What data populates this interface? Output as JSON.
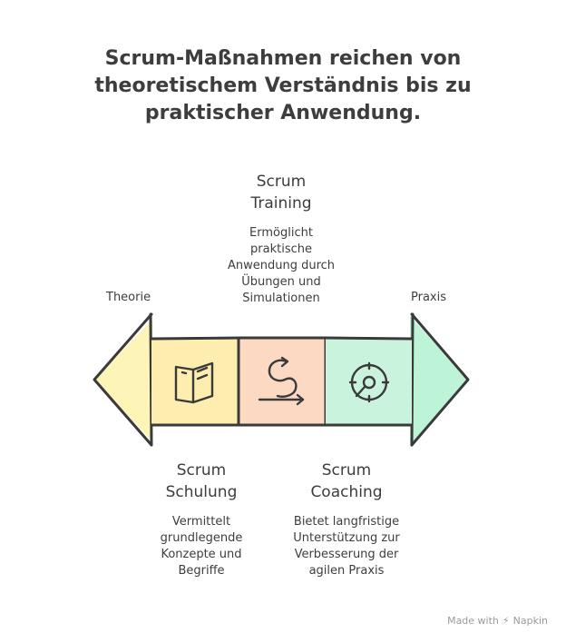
{
  "title": {
    "line1": "Scrum-Maßnahmen reichen von",
    "line2": "theoretischem Verständnis bis zu",
    "line3": "praktischer Anwendung."
  },
  "axis": {
    "left_label": "Theorie",
    "right_label": "Praxis"
  },
  "items": [
    {
      "heading_line1": "Scrum",
      "heading_line2": "Schulung",
      "desc": [
        "Vermittelt",
        "grundlegende",
        "Konzepte und",
        "Begriffe"
      ],
      "icon": "book-icon",
      "color": "#fdeeb0"
    },
    {
      "heading_line1": "Scrum",
      "heading_line2": "Training",
      "desc": [
        "Ermöglicht",
        "praktische",
        "Anwendung durch",
        "Übungen und",
        "Simulationen"
      ],
      "icon": "loop-arrow-icon",
      "color": "#fcd9c2"
    },
    {
      "heading_line1": "Scrum",
      "heading_line2": "Coaching",
      "desc": [
        "Bietet langfristige",
        "Unterstützung zur",
        "Verbesserung der",
        "agilen Praxis"
      ],
      "icon": "target-icon",
      "color": "#c9f3dc"
    }
  ],
  "left_arrow_color": "#fdf3b3",
  "right_arrow_color": "#b9f3d6",
  "brand": {
    "prefix": "Made with",
    "name": "Napkin"
  }
}
